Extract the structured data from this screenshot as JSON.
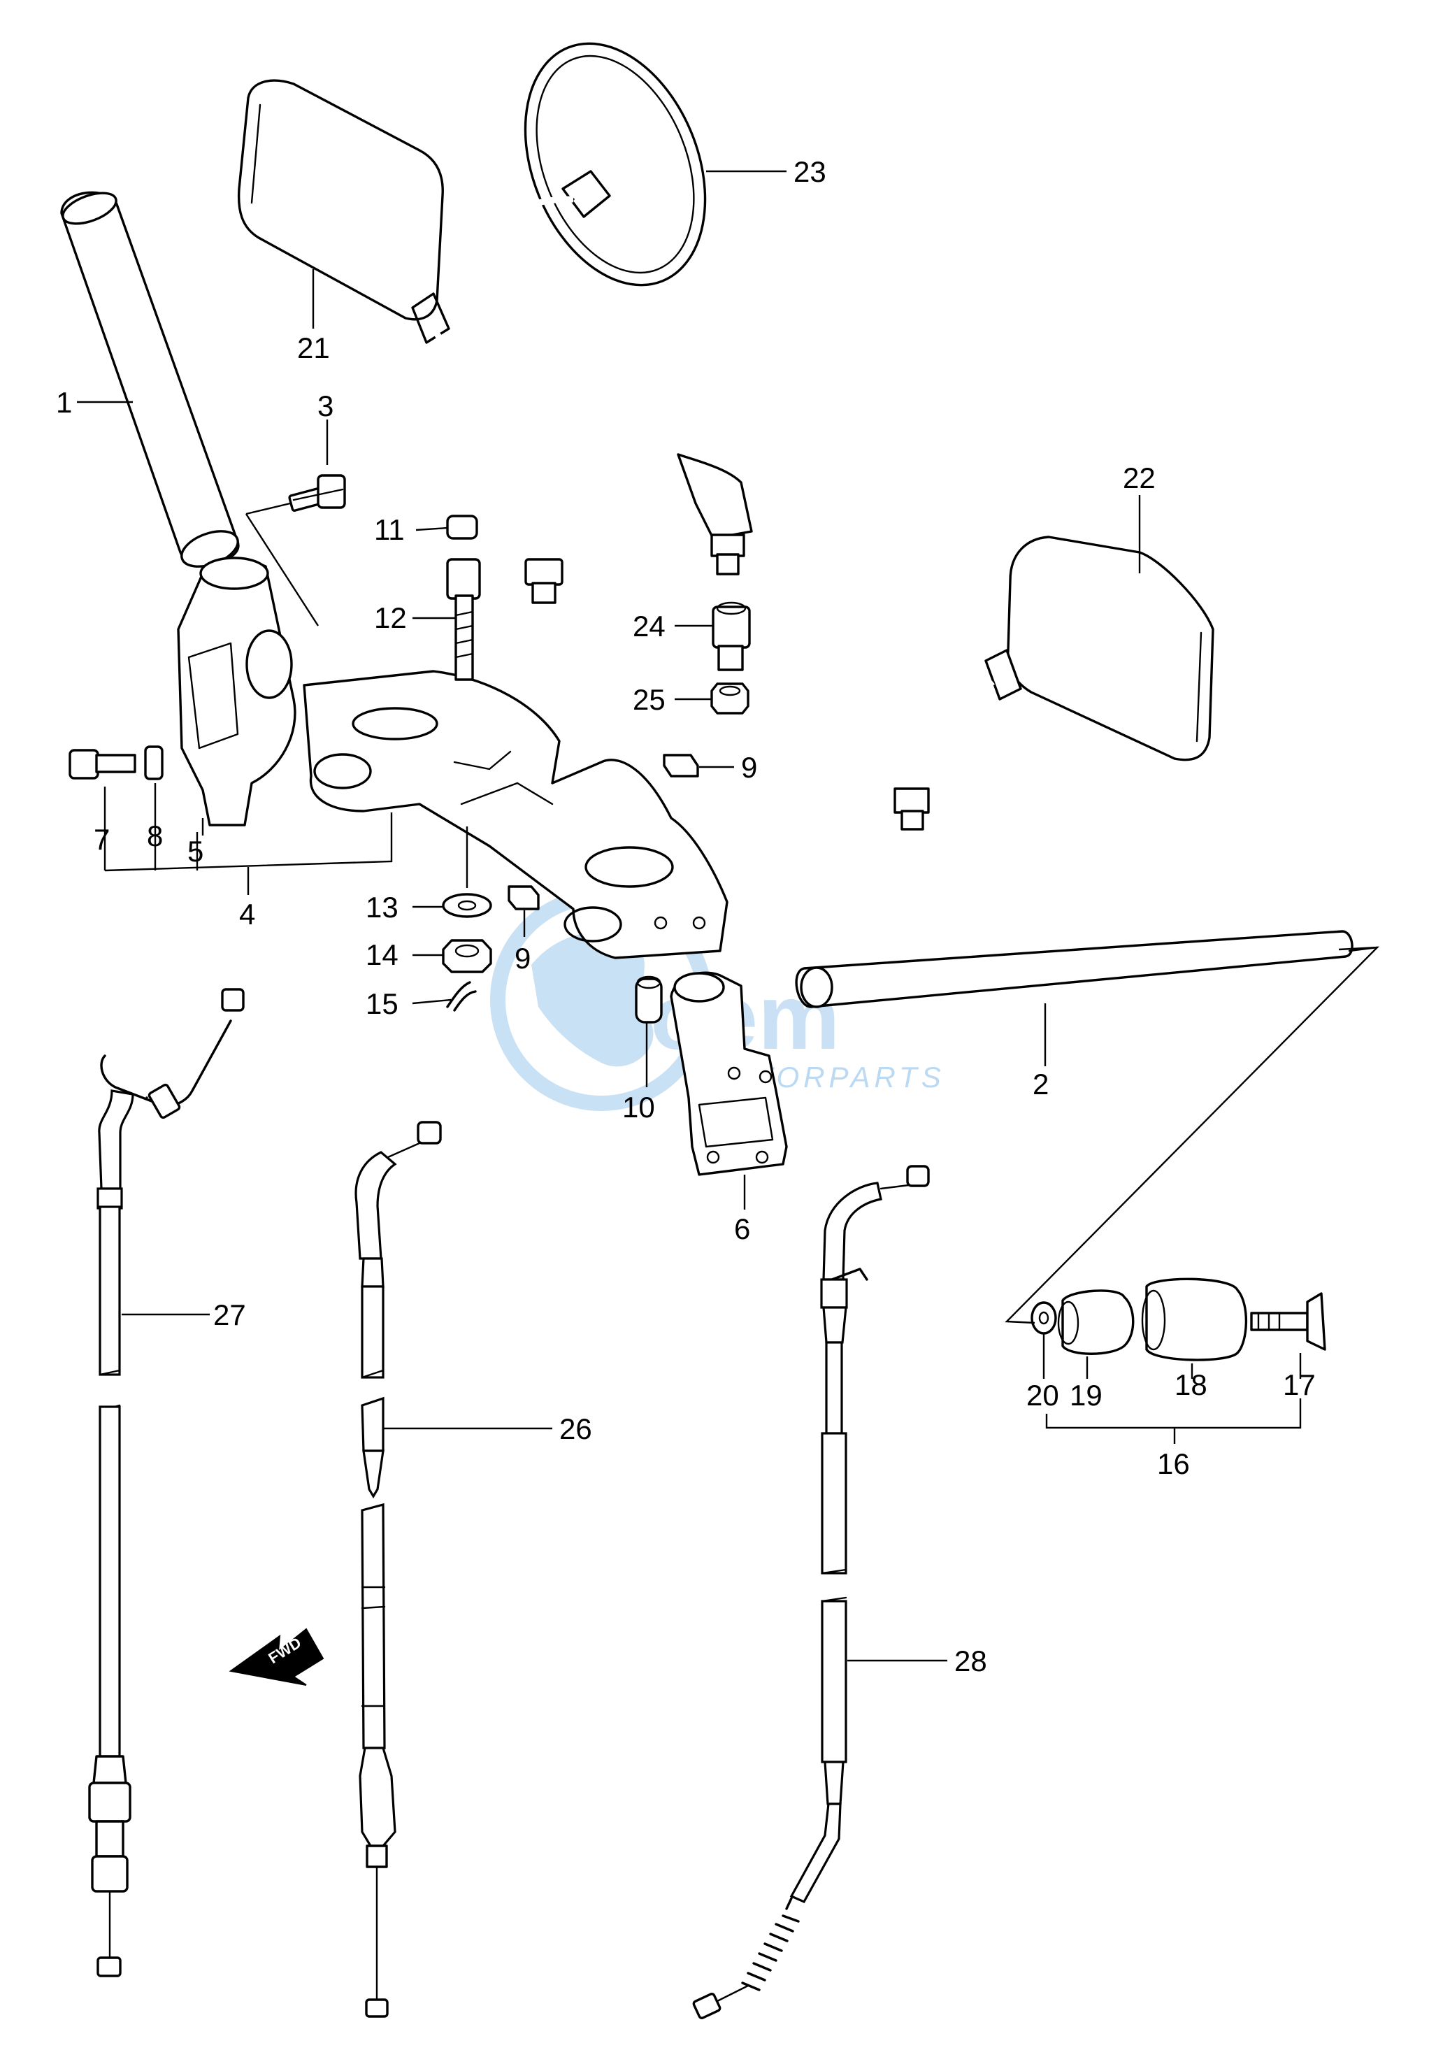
{
  "diagram": {
    "callouts": [
      {
        "id": "c1",
        "label": "1"
      },
      {
        "id": "c2",
        "label": "2"
      },
      {
        "id": "c3",
        "label": "3"
      },
      {
        "id": "c4",
        "label": "4"
      },
      {
        "id": "c5",
        "label": "5"
      },
      {
        "id": "c6",
        "label": "6"
      },
      {
        "id": "c7",
        "label": "7"
      },
      {
        "id": "c8",
        "label": "8"
      },
      {
        "id": "c9a",
        "label": "9"
      },
      {
        "id": "c9b",
        "label": "9"
      },
      {
        "id": "c10",
        "label": "10"
      },
      {
        "id": "c11",
        "label": "11"
      },
      {
        "id": "c12",
        "label": "12"
      },
      {
        "id": "c13",
        "label": "13"
      },
      {
        "id": "c14",
        "label": "14"
      },
      {
        "id": "c15",
        "label": "15"
      },
      {
        "id": "c16",
        "label": "16"
      },
      {
        "id": "c17",
        "label": "17"
      },
      {
        "id": "c18",
        "label": "18"
      },
      {
        "id": "c19",
        "label": "19"
      },
      {
        "id": "c20",
        "label": "20"
      },
      {
        "id": "c21",
        "label": "21"
      },
      {
        "id": "c22",
        "label": "22"
      },
      {
        "id": "c23",
        "label": "23"
      },
      {
        "id": "c24",
        "label": "24"
      },
      {
        "id": "c25",
        "label": "25"
      },
      {
        "id": "c26",
        "label": "26"
      },
      {
        "id": "c27",
        "label": "27"
      },
      {
        "id": "c28",
        "label": "28"
      }
    ],
    "fwd_badge": "FWD"
  },
  "watermark": {
    "brand": "oem",
    "tagline": "MOTORPARTS",
    "color": "#9ec9ec"
  }
}
